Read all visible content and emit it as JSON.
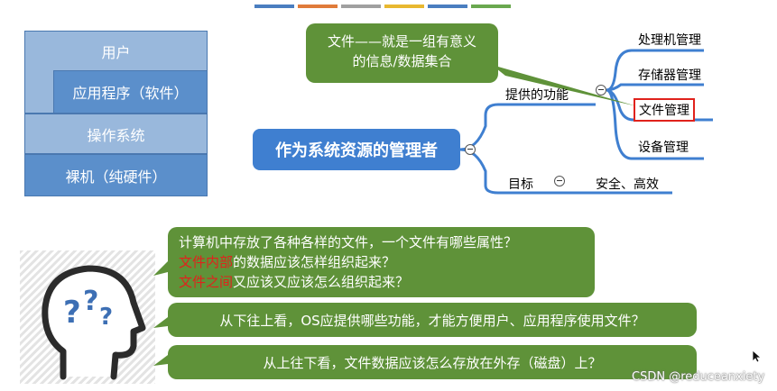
{
  "layers": {
    "user": "用户",
    "app": "应用程序（软件）",
    "os": "操作系统",
    "hardware": "裸机（纯硬件）"
  },
  "mindmap": {
    "central": "作为系统资源的管理者",
    "branch_functions": "提供的功能",
    "branch_goal": "目标",
    "goal_value": "安全、高效",
    "functions": [
      "处理机管理",
      "存储器管理",
      "文件管理",
      "设备管理"
    ]
  },
  "callout": {
    "line1": "文件——就是一组有意义",
    "line2": "的信息/数据集合"
  },
  "questions": {
    "q1_line1": "计算机中存放了各种各样的文件，一个文件有哪些属性？",
    "q1_line2_red": "文件内部",
    "q1_line2_rest": "的数据应该怎样组织起来？",
    "q1_line3_red": "文件之间",
    "q1_line3_rest": "又应该又应该怎么组织起来？",
    "q2": "从下往上看，OS应提供哪些功能，才能方便用户、应用程序使用文件？",
    "q3": "从上往下看，文件数据应该怎么存放在外存（磁盘）上？"
  },
  "watermark": "CSDN @reduceanxiety",
  "colors": {
    "blue_primary": "#3f7fd0",
    "green_bubble": "#5f9239",
    "red_highlight": "#e0221c",
    "layer_light": "#99b8dc",
    "layer_dark": "#5b8fcb"
  }
}
